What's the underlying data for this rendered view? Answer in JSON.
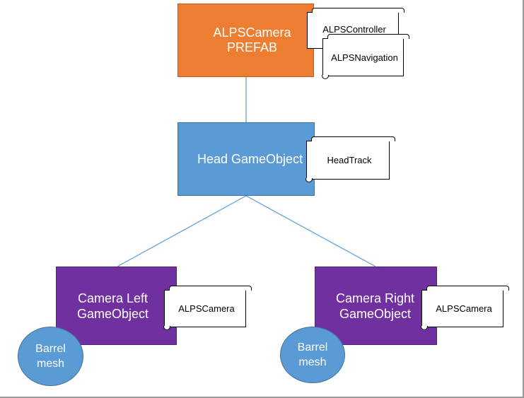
{
  "nodes": {
    "prefab": {
      "label": "ALPSCamera PREFAB",
      "color": "#ed7d31"
    },
    "head": {
      "label": "Head GameObject",
      "color": "#5b9bd5"
    },
    "camera_left": {
      "line1": "Camera Left",
      "line2": "GameObject",
      "color": "#7030a0"
    },
    "camera_right": {
      "line1": "Camera Right",
      "line2": "GameObject",
      "color": "#7030a0"
    }
  },
  "scripts": {
    "alps_controller": "ALPSController",
    "alps_navigation": "ALPSNavigation",
    "head_track": "HeadTrack",
    "alps_camera_left": "ALPSCamera",
    "alps_camera_right": "ALPSCamera"
  },
  "meshes": {
    "left": {
      "line1": "Barrel",
      "line2": "mesh"
    },
    "right": {
      "line1": "Barrel",
      "line2": "mesh"
    }
  },
  "connector_color": "#5b9bd5"
}
